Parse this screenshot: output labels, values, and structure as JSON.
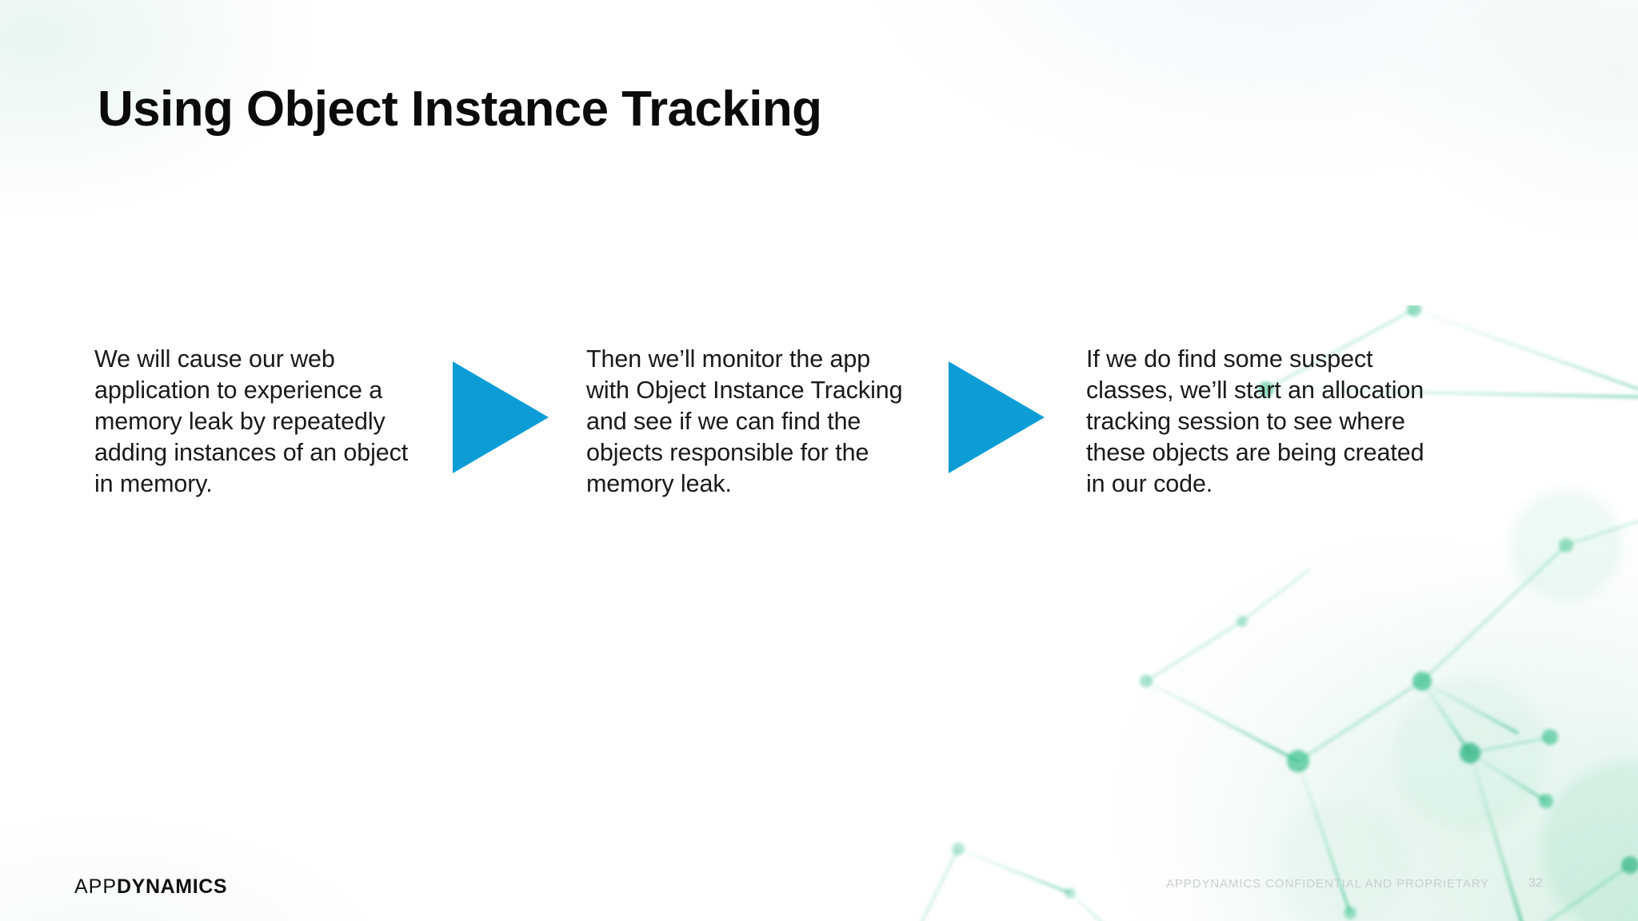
{
  "slide": {
    "title": "Using Object Instance Tracking",
    "page_number": "32",
    "accent_color": "#0d9dd6",
    "background_color": "#ffffff",
    "text_color": "#1a1a1a"
  },
  "steps": [
    {
      "id": "step-1",
      "text": "We will cause our web application to experience a memory leak by repeatedly adding instances of an object in memory."
    },
    {
      "id": "step-2",
      "text": "Then we’ll monitor the app with Object Instance Tracking and see if we can find the objects responsible for the memory leak."
    },
    {
      "id": "step-3",
      "text": "If we do find some suspect classes, we’ll start an allocation tracking session to see where these objects are being created in our code."
    }
  ],
  "arrows": [
    {
      "id": "arrow-1",
      "icon": "triangle-right-icon",
      "color": "#0d9dd6"
    },
    {
      "id": "arrow-2",
      "icon": "triangle-right-icon",
      "color": "#0d9dd6"
    }
  ],
  "footer": {
    "logo_part_light": "APP",
    "logo_part_bold": "DYNAMICS",
    "confidential_notice": "APPDYNAMICS  CONFIDENTIAL AND PROPRIETARY",
    "page_number": "32"
  }
}
